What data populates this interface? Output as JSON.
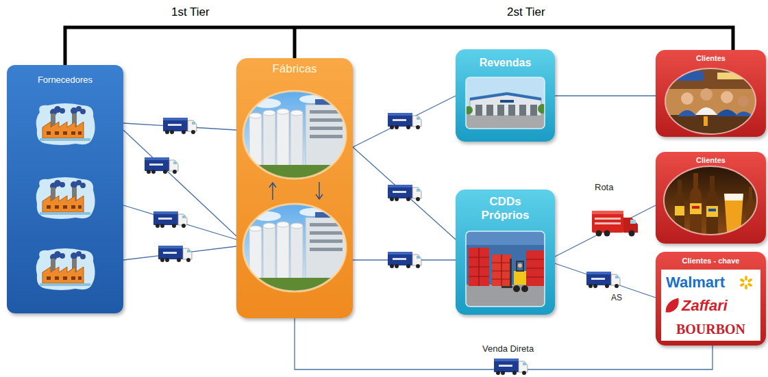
{
  "diagram": {
    "nodes": [
      {
        "text": [
          "Fornecedores"
        ]
      },
      {
        "text": [
          "Fábricas"
        ]
      },
      {
        "text": [
          "Revendas"
        ]
      },
      {
        "text": [
          "CDDs Próprios"
        ]
      },
      {
        "text": [
          "Clientes"
        ]
      },
      {
        "text": [
          "Clientes"
        ]
      },
      {
        "text": [
          "Clientes - chave",
          "Walmart",
          "Zaffari",
          "BOURBON"
        ]
      }
    ],
    "edges": [
      {
        "from": 0,
        "to": 1,
        "arrow": "none"
      },
      {
        "from": 0,
        "to": 1,
        "arrow": "none"
      },
      {
        "from": 0,
        "to": 1,
        "arrow": "none"
      },
      {
        "from": 0,
        "to": 1,
        "arrow": "none"
      },
      {
        "from": 1,
        "to": 2,
        "arrow": "none"
      },
      {
        "from": 1,
        "to": 3,
        "arrow": "none"
      },
      {
        "from": 1,
        "to": 3,
        "arrow": "none"
      },
      {
        "from": 2,
        "to": 4,
        "arrow": "none"
      },
      {
        "from": 3,
        "to": 5,
        "label": "Rota",
        "arrow": "none"
      },
      {
        "from": 3,
        "to": 6,
        "label": "AS",
        "arrow": "none"
      },
      {
        "from": 1,
        "to": 6,
        "label": "Venda Direta",
        "arrow": "none"
      }
    ],
    "labels": [
      "1st Tier",
      "2st Tier"
    ]
  }
}
